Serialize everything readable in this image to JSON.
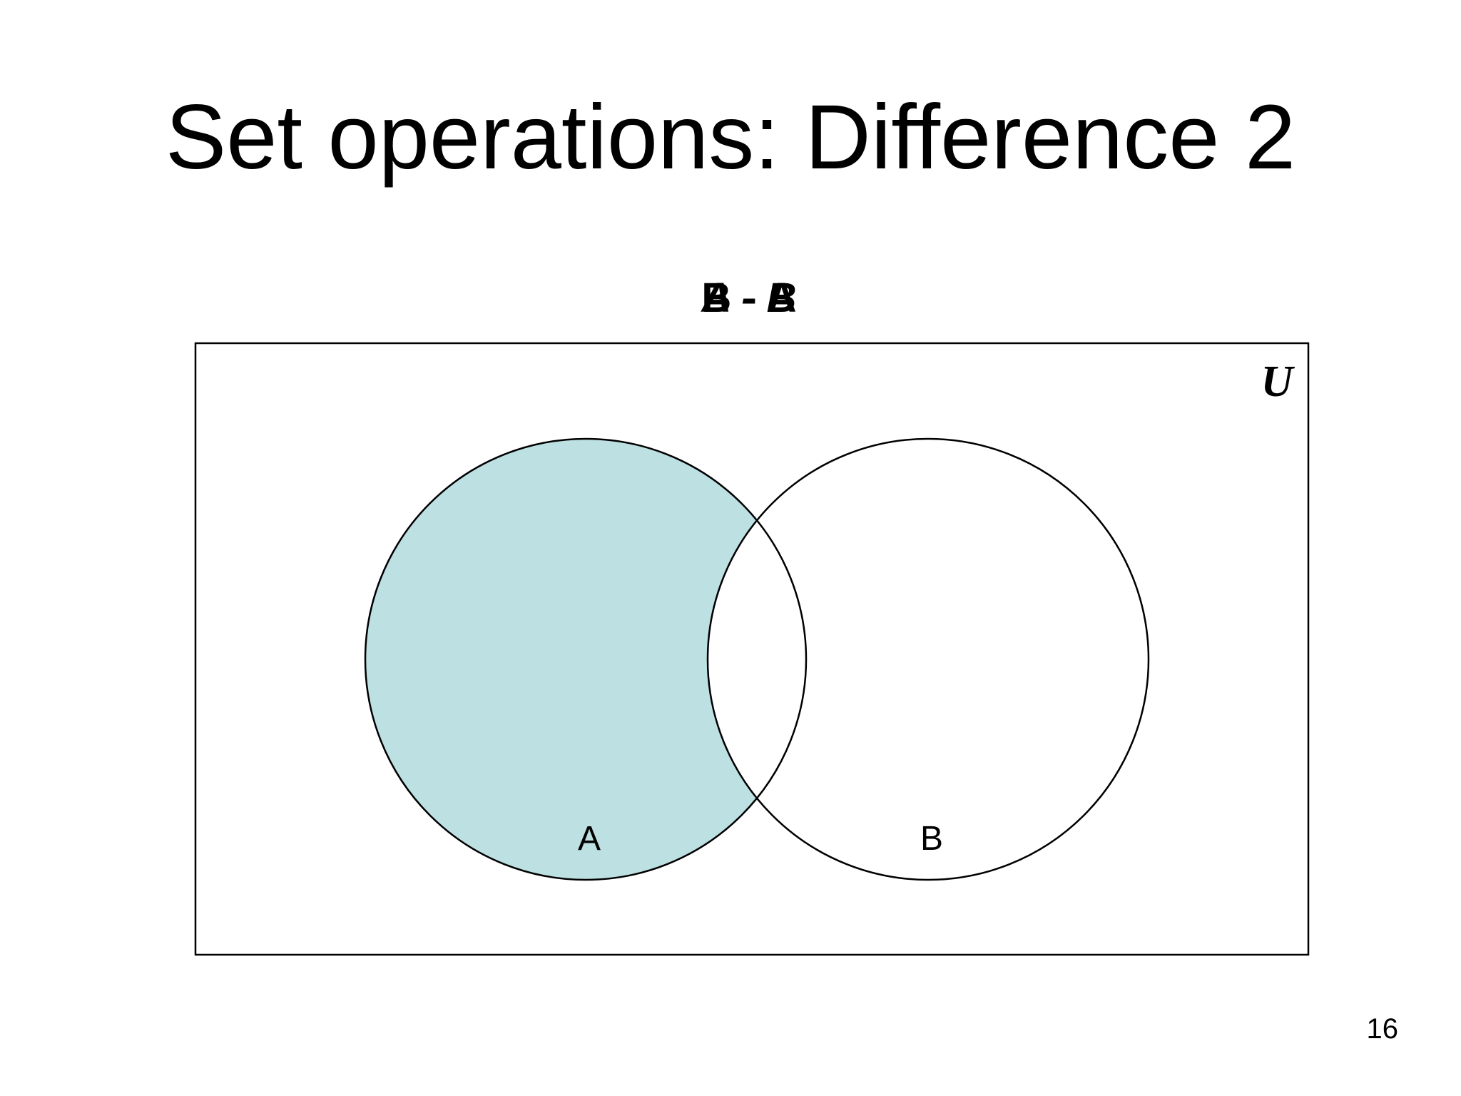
{
  "slide": {
    "title": "Set operations: Difference 2",
    "page_number": "16"
  },
  "diagram": {
    "caption_front": "A - B",
    "caption_back": "B - A",
    "universe_label": "U",
    "set_a_label": "A",
    "set_b_label": "B",
    "shaded_region": "A - B",
    "colors": {
      "shade": "#bde0e3",
      "outline": "#000000",
      "background": "#ffffff"
    }
  }
}
